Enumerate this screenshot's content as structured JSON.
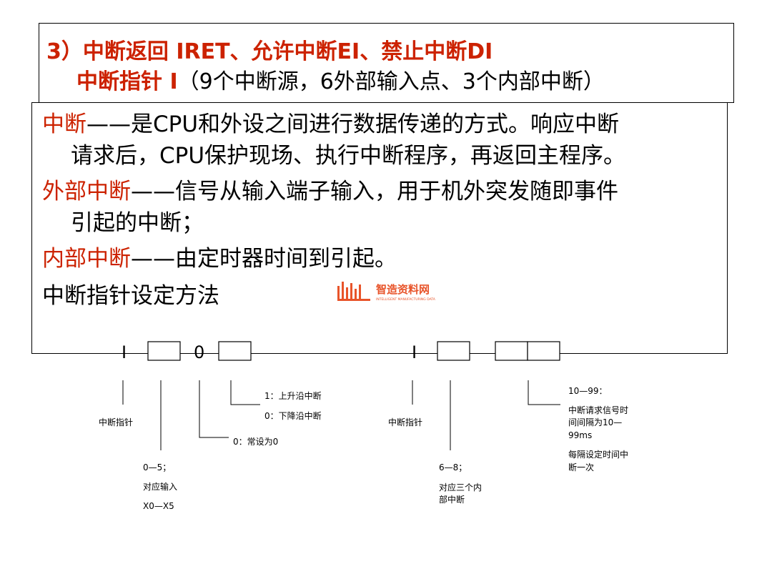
{
  "title": {
    "line1": "3）中断返回 IRET、允许中断EI、禁止中断DI",
    "line2_bold": "中断指针 I",
    "line2_rest": "（9个中断源，6外部输入点、3个内部中断）"
  },
  "content": {
    "p1_term": "中断",
    "p1_text": "——是CPU和外设之间进行数据传递的方式。响应中断",
    "p1_cont": "请求后，CPU保护现场、执行中断程序，再返回主程序。",
    "p2_term": "外部中断",
    "p2_text": "——信号从输入端子输入，用于机外突发随即事件",
    "p2_cont": "引起的中断；",
    "p3_term": "内部中断",
    "p3_text": "——由定时器时间到引起。",
    "p4_text": "中断指针设定方法"
  },
  "watermark": {
    "name": "智造资料网",
    "subtitle": "INTELLIGENT MANUFACTURING DATA",
    "brand_color": "#e8542a"
  },
  "diagram": {
    "left": {
      "char_i": "I",
      "char_0": "0",
      "pointer_label": "中断指针",
      "input_label": [
        "0—5；",
        "对应输入",
        "X0—X5"
      ],
      "fixed_label": "0：常设为0",
      "edge_label": [
        "1：上升沿中断",
        "0：下降沿中断"
      ]
    },
    "right": {
      "char_i": "I",
      "pointer_label": "中断指针",
      "internal_label": [
        "6—8；",
        "对应三个内",
        "部中断"
      ],
      "interval_label": [
        "10—99：",
        "中断请求信号时",
        "间间隔为10—",
        "99ms",
        "每隔设定时间中",
        "断一次"
      ]
    }
  }
}
